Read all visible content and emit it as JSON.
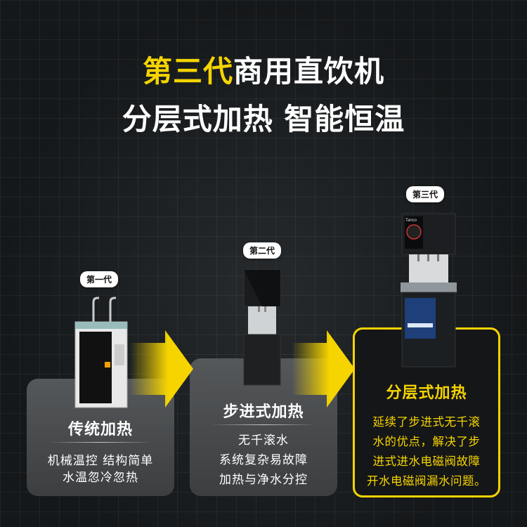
{
  "headline": {
    "highlight": "第三代",
    "line1_rest": "商用直饮机",
    "line2": "分层式加热 智能恒温"
  },
  "generations": [
    {
      "badge": "第一代",
      "title": "传统加热",
      "lines": [
        "机械温控 结构简单",
        "水温忽冷忽热"
      ]
    },
    {
      "badge": "第二代",
      "title": "步进式加热",
      "lines": [
        "无千滚水",
        "系统复杂易故障",
        "加热与净水分控"
      ]
    },
    {
      "badge": "第三代",
      "title": "分层式加热",
      "lines": [
        "延续了步进式无千滚",
        "水的优点，解决了步",
        "进式进水电磁阀故障",
        "开水电磁阀漏水问题。"
      ]
    }
  ],
  "machine3_brand": "Tanco",
  "colors": {
    "accent": "#f5d400",
    "background": "#16191a",
    "card": "#4a4c4e"
  }
}
